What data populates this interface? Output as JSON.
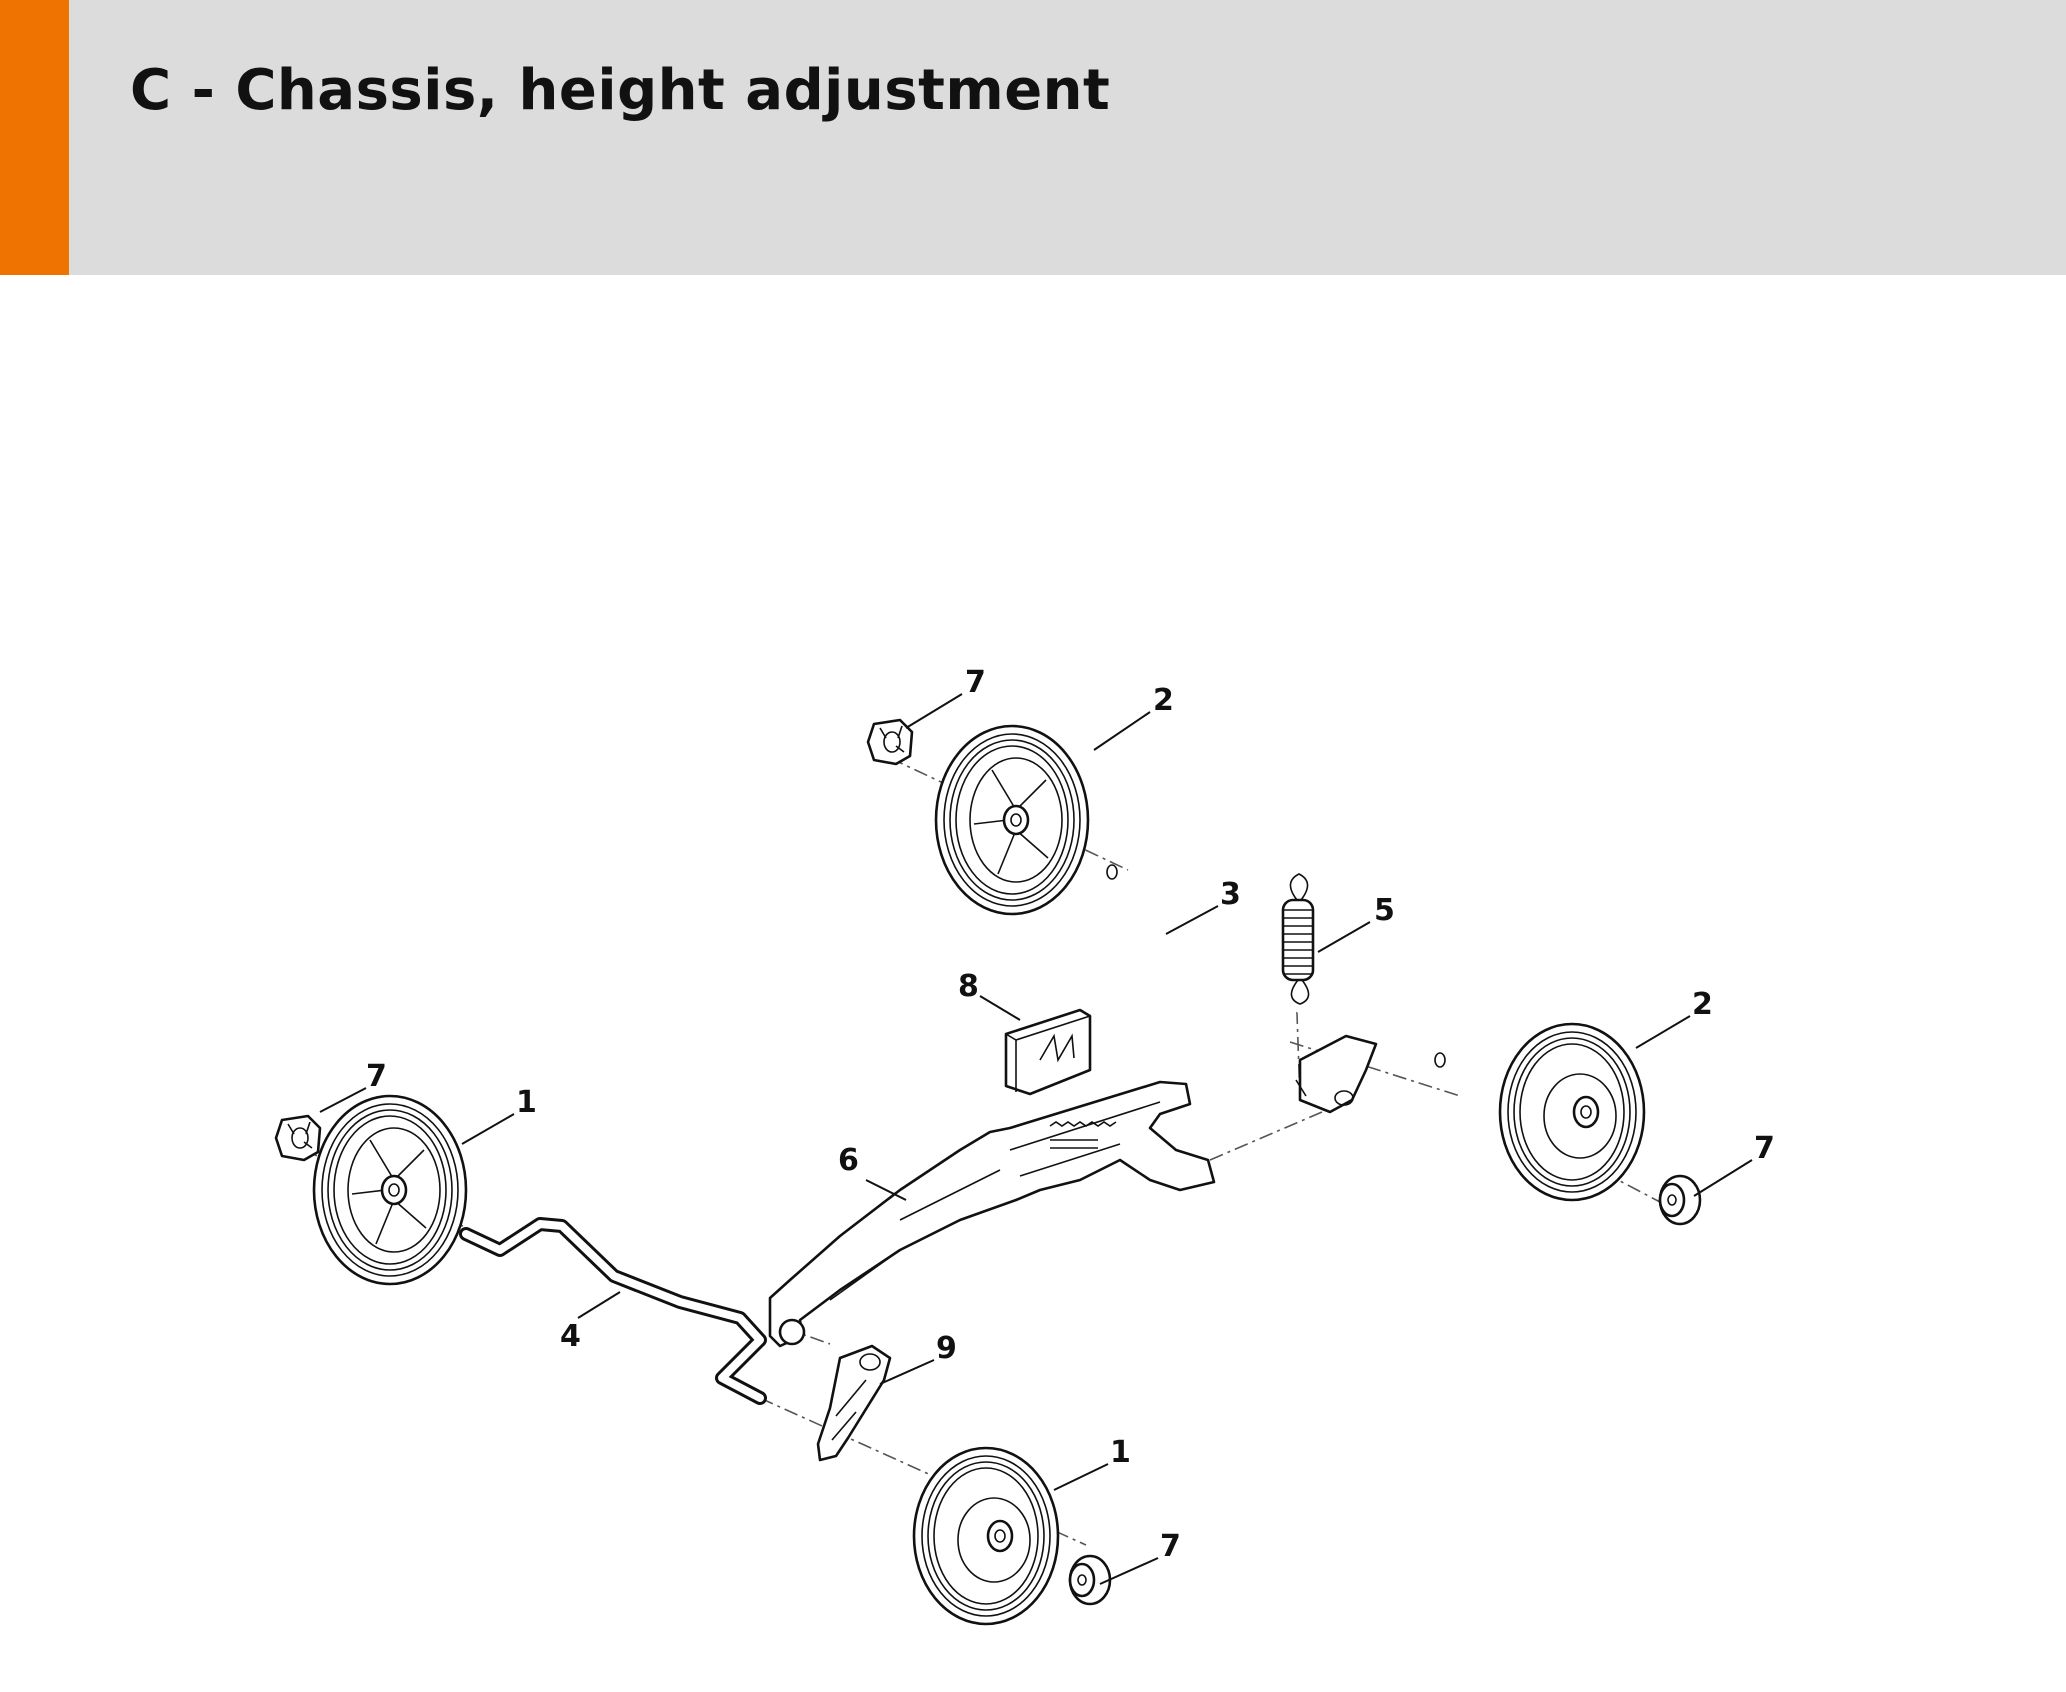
{
  "header": {
    "title": "C - Chassis, height adjustment",
    "accent_color": "#ef7300",
    "background_color": "#dcdcdc"
  },
  "diagram": {
    "callouts": [
      {
        "id": "c-7-top",
        "label": "7"
      },
      {
        "id": "c-2-top",
        "label": "2"
      },
      {
        "id": "c-3",
        "label": "3"
      },
      {
        "id": "c-5",
        "label": "5"
      },
      {
        "id": "c-8",
        "label": "8"
      },
      {
        "id": "c-2-right",
        "label": "2"
      },
      {
        "id": "c-7-left",
        "label": "7"
      },
      {
        "id": "c-1-left",
        "label": "1"
      },
      {
        "id": "c-6",
        "label": "6"
      },
      {
        "id": "c-7-right",
        "label": "7"
      },
      {
        "id": "c-4",
        "label": "4"
      },
      {
        "id": "c-9",
        "label": "9"
      },
      {
        "id": "c-1-bottom",
        "label": "1"
      },
      {
        "id": "c-7-bottom",
        "label": "7"
      }
    ]
  }
}
